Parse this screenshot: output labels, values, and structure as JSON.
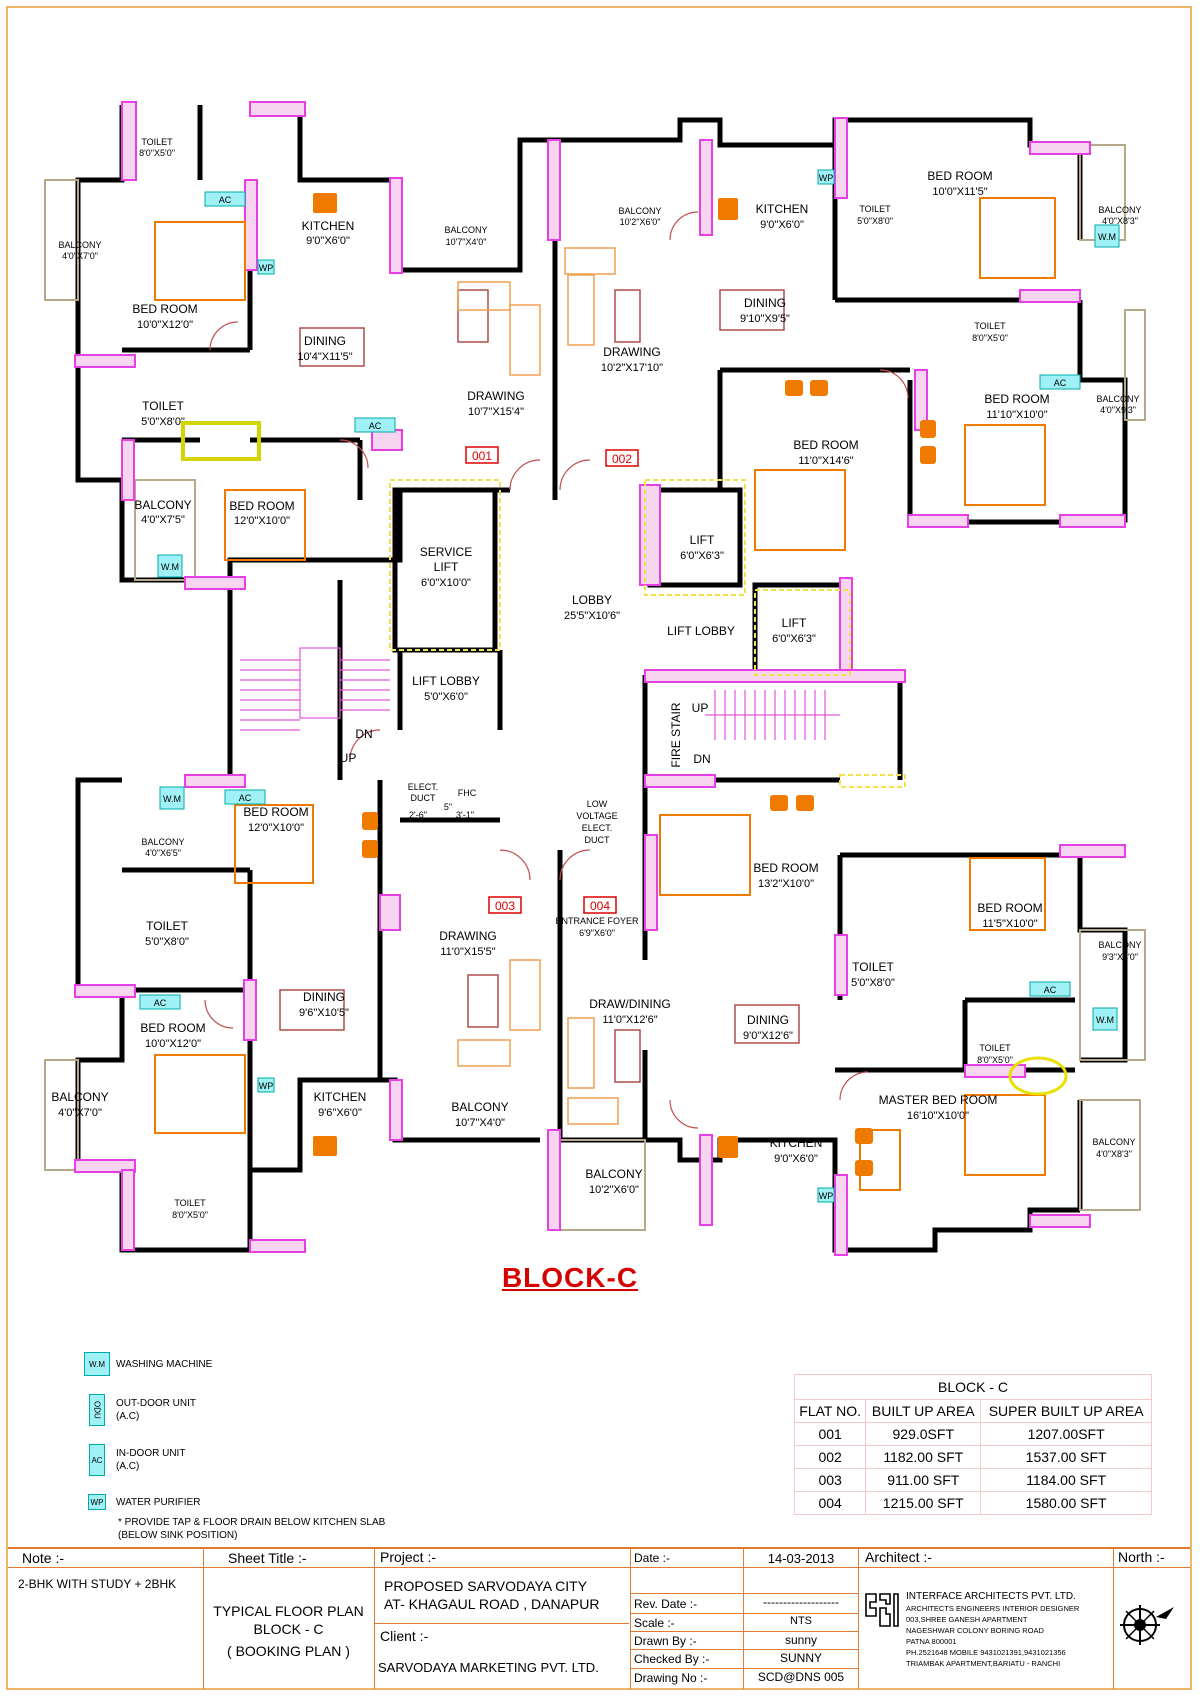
{
  "block_title": "BLOCK-C",
  "flats": [
    {
      "no": "001"
    },
    {
      "no": "002"
    },
    {
      "no": "003"
    },
    {
      "no": "004"
    }
  ],
  "rooms": {
    "f1_toilet_top": {
      "name": "TOILET",
      "dim": "8'0\"X5'0\""
    },
    "f1_balcony_left": {
      "name": "BALCONY",
      "dim": "4'0\"X7'0\""
    },
    "f1_kitchen": {
      "name": "KITCHEN",
      "dim": "9'0\"X6'0\""
    },
    "f1_balcony_mid": {
      "name": "BALCONY",
      "dim": "10'7\"X4'0\""
    },
    "f1_bed1": {
      "name": "BED ROOM",
      "dim": "10'0\"X12'0\""
    },
    "f1_dining": {
      "name": "DINING",
      "dim": "10'4\"X11'5\""
    },
    "f1_drawing": {
      "name": "DRAWING",
      "dim": "10'7\"X15'4\""
    },
    "f1_toilet2": {
      "name": "TOILET",
      "dim": "5'0\"X8'0\""
    },
    "f1_balcony2": {
      "name": "BALCONY",
      "dim": "4'0\"X7'5\""
    },
    "f1_bed2": {
      "name": "BED ROOM",
      "dim": "12'0\"X10'0\""
    },
    "f2_balcony_top": {
      "name": "BALCONY",
      "dim": "10'2\"X6'0\""
    },
    "f2_kitchen": {
      "name": "KITCHEN",
      "dim": "9'0\"X6'0\""
    },
    "f2_toilet1": {
      "name": "TOILET",
      "dim": "5'0\"X8'0\""
    },
    "f2_bed1": {
      "name": "BED ROOM",
      "dim": "10'0\"X11'5\""
    },
    "f2_balcony_r1": {
      "name": "BALCONY",
      "dim": "4'0\"X8'3\""
    },
    "f2_drawing": {
      "name": "DRAWING",
      "dim": "10'2\"X17'10\""
    },
    "f2_dining": {
      "name": "DINING",
      "dim": "9'10\"X9'5\""
    },
    "f2_toilet2": {
      "name": "TOILET",
      "dim": "8'0\"X5'0\""
    },
    "f2_bed2": {
      "name": "BED ROOM",
      "dim": "11'10\"X10'0\""
    },
    "f2_balcony_r2": {
      "name": "BALCONY",
      "dim": "4'0\"X9'3\""
    },
    "f2_bed3": {
      "name": "BED ROOM",
      "dim": "11'0\"X14'6\""
    },
    "service_lift": {
      "name": "SERVICE",
      "name2": "LIFT",
      "dim": "6'0\"X10'0\""
    },
    "lift1": {
      "name": "LIFT",
      "dim": "6'0\"X6'3\""
    },
    "lift2": {
      "name": "LIFT",
      "dim": "6'0\"X6'3\""
    },
    "lobby": {
      "name": "LOBBY",
      "dim": "25'5\"X10'6\""
    },
    "lift_lobby_r": {
      "name": "LIFT LOBBY"
    },
    "lift_lobby_l": {
      "name": "LIFT LOBBY",
      "dim": "5'0\"X6'0\""
    },
    "fire_stair": {
      "name": "FIRE STAIR",
      "up": "UP",
      "dn": "DN"
    },
    "stair_dn": "DN",
    "stair_up": "UP",
    "elect_duct": {
      "l1": "ELECT.",
      "l2": "DUCT",
      "fhc": "FHC",
      "d1": "2'-6\"",
      "d2": "5\"",
      "d3": "3'-1\""
    },
    "low_voltage": {
      "l1": "LOW",
      "l2": "VOLTAGE",
      "l3": "ELECT.",
      "l4": "DUCT"
    },
    "f3_bed1": {
      "name": "BED ROOM",
      "dim": "12'0\"X10'0\""
    },
    "f3_balcony_l1": {
      "name": "BALCONY",
      "dim": "4'0\"X6'5\""
    },
    "f3_toilet1": {
      "name": "TOILET",
      "dim": "5'0\"X8'0\""
    },
    "f3_drawing": {
      "name": "DRAWING",
      "dim": "11'0\"X15'5\""
    },
    "f3_dining": {
      "name": "DINING",
      "dim": "9'6\"X10'5\""
    },
    "f3_bed2": {
      "name": "BED ROOM",
      "dim": "10'0\"X12'0\""
    },
    "f3_balcony_l2": {
      "name": "BALCONY",
      "dim": "4'0\"X7'0\""
    },
    "f3_kitchen": {
      "name": "KITCHEN",
      "dim": "9'6\"X6'0\""
    },
    "f3_balcony_mid": {
      "name": "BALCONY",
      "dim": "10'7\"X4'0\""
    },
    "f3_toilet2": {
      "name": "TOILET",
      "dim": "8'0\"X5'0\""
    },
    "f4_foyer": {
      "name": "ENTRANCE FOYER",
      "dim": "6'9\"X6'0\""
    },
    "f4_bed1": {
      "name": "BED ROOM",
      "dim": "13'2\"X10'0\""
    },
    "f4_bed2": {
      "name": "BED ROOM",
      "dim": "11'5\"X10'0\""
    },
    "f4_balcony_r1": {
      "name": "BALCONY",
      "dim": "9'3\"X4'0\""
    },
    "f4_toilet1": {
      "name": "TOILET",
      "dim": "5'0\"X8'0\""
    },
    "f4_drawdining": {
      "name": "DRAW/DINING",
      "dim": "11'0\"X12'6\""
    },
    "f4_dining": {
      "name": "DINING",
      "dim": "9'0\"X12'6\""
    },
    "f4_toilet2": {
      "name": "TOILET",
      "dim": "8'0\"X5'0\""
    },
    "f4_master": {
      "name": "MASTER BED ROOM",
      "dim": "16'10\"X10'0\""
    },
    "f4_kitchen": {
      "name": "KITCHEN",
      "dim": "9'0\"X6'0\""
    },
    "f4_balcony_bot": {
      "name": "BALCONY",
      "dim": "10'2\"X6'0\""
    },
    "f4_balcony_r2": {
      "name": "BALCONY",
      "dim": "4'0\"X8'3\""
    }
  },
  "symbols": {
    "ac": "AC",
    "wm": "W.M",
    "wp": "WP",
    "odu": "ODU"
  },
  "legend": [
    {
      "sym": "W.M",
      "text": "WASHING MACHINE",
      "text2": ""
    },
    {
      "sym": "ODU",
      "text": "OUT-DOOR UNIT",
      "text2": "(A.C)"
    },
    {
      "sym": "AC",
      "text": "IN-DOOR UNIT",
      "text2": "(A.C)"
    },
    {
      "sym": "WP",
      "text": "WATER PURIFIER",
      "text2": ""
    }
  ],
  "legend_note": "* PROVIDE TAP & FLOOR DRAIN BELOW KITCHEN SLAB",
  "legend_note2": "(BELOW SINK POSITION)",
  "area_table": {
    "caption": "BLOCK - C",
    "headers": [
      "FLAT NO.",
      "BUILT UP AREA",
      "SUPER BUILT UP AREA"
    ],
    "rows": [
      [
        "001",
        "929.0SFT",
        "1207.00SFT"
      ],
      [
        "002",
        "1182.00 SFT",
        "1537.00 SFT"
      ],
      [
        "003",
        "911.00 SFT",
        "1184.00 SFT"
      ],
      [
        "004",
        "1215.00 SFT",
        "1580.00 SFT"
      ]
    ]
  },
  "title_block": {
    "note_label": "Note :-",
    "note": "2-BHK WITH STUDY + 2BHK",
    "sheet_title_label": "Sheet Title :-",
    "sheet_title_1": "TYPICAL FLOOR PLAN",
    "sheet_title_2": "BLOCK - C",
    "sheet_title_3": "( BOOKING PLAN )",
    "project_label": "Project :-",
    "project_1": "PROPOSED SARVODAYA CITY",
    "project_2": "AT- KHAGAUL ROAD , DANAPUR",
    "client_label": "Client :-",
    "client": "SARVODAYA MARKETING PVT.  LTD.",
    "date_label": "Date :-",
    "date": "14-03-2013",
    "rev_date_label": "Rev. Date :-",
    "rev_date": "-------------------",
    "scale_label": "Scale :-",
    "scale": "NTS",
    "drawn_by_label": "Drawn By :-",
    "drawn_by": "sunny",
    "checked_by_label": "Checked By :-",
    "checked_by": "SUNNY",
    "drawing_no_label": "Drawing No :-",
    "drawing_no": "SCD@DNS 005",
    "architect_label": "Architect :-",
    "arch_name": "INTERFACE ARCHITECTS PVT. LTD.",
    "arch_l1": "ARCHITECTS ENGINEERS INTERIOR DESIGNER",
    "arch_l2": "003,SHREE GANESH APARTMENT",
    "arch_l3": "NAGESHWAR COLONY BORING ROAD",
    "arch_l4": "PATNA          800001",
    "arch_l5": "PH.2521648 MOBILE 9431021391,9431021356",
    "arch_l6": "TRIAMBAK APARTMENT,BARIATU - RANCHI",
    "north_label": "North :-"
  },
  "colors": {
    "wall": "#000000",
    "column": "#e83ee6",
    "fixture": "#f07a00",
    "cyan": "#2bc9d6",
    "red": "#d60000",
    "border": "#f2b36a"
  }
}
